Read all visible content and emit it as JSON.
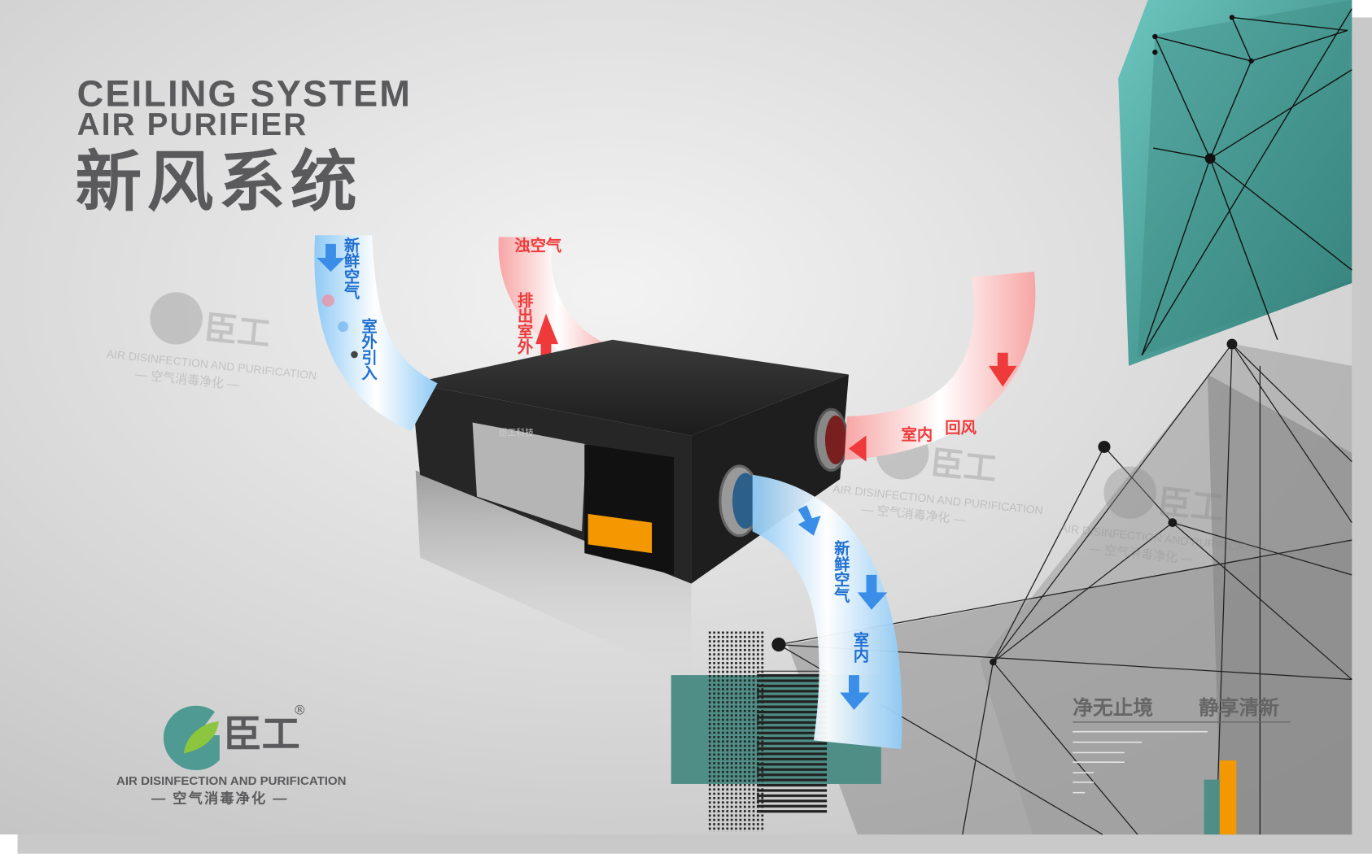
{
  "title": {
    "line1": "CEILING SYSTEM",
    "line2": "AIR PURIFIER",
    "cn": "新风系统"
  },
  "brand": {
    "name": "臣工",
    "registered": "®",
    "tagline_en": "AIR DISINFECTION AND PURIFICATION",
    "tagline_cn": "— 空气消毒净化 —"
  },
  "arrows": {
    "fresh_in": [
      "新鲜空气",
      "室外引入"
    ],
    "exhaust_out": [
      "浊空气",
      "排出室外"
    ],
    "return_air": [
      "室内",
      "回风"
    ],
    "fresh_indoor": [
      "新鲜空气",
      "室内"
    ]
  },
  "device": {
    "panel_label": "臣工科技"
  },
  "slogan": {
    "left": "净无止境",
    "right": "静享清新"
  },
  "colors": {
    "teal": "#4f9a92",
    "orange": "#f39800",
    "title_gray": "#5a5a5c",
    "blue_arrow": "#3a8ee8",
    "red_arrow": "#ee3a3a"
  }
}
